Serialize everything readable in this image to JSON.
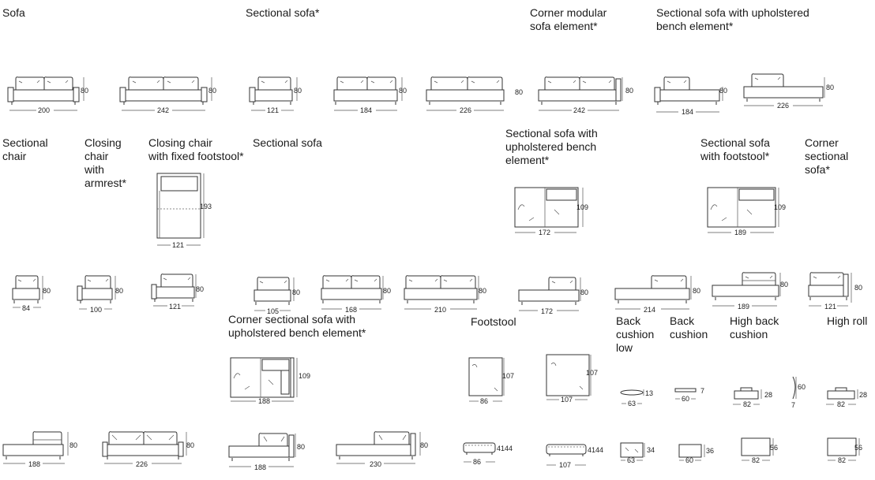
{
  "headings": {
    "sofa": "Sofa",
    "sectional_sofa_top": "Sectional sofa*",
    "corner_modular": "Corner modular\nsofa element*",
    "sectional_bench_top": "Sectional sofa with upholstered\nbench element*",
    "sectional_chair": "Sectional\nchair",
    "closing_chair": "Closing\nchair\nwith\narmrest*",
    "closing_chair_footstool": "Closing chair\nwith fixed footstool*",
    "sectional_sofa_mid": "Sectional sofa",
    "sectional_bench_mid": "Sectional sofa with\nupholstered bench\nelement*",
    "sectional_footstool": "Sectional sofa\nwith footstool*",
    "corner_sectional": "Corner\nsectional\nsofa*",
    "corner_sectional_bench": "Corner sectional sofa with\nupholstered bench element*",
    "footstool": "Footstool",
    "back_cushion_low": "Back\ncushion\nlow",
    "back_cushion": "Back\ncushion",
    "high_back_cushion": "High back\ncushion",
    "high_roll": "High roll"
  },
  "dims": {
    "sofa_200": "200",
    "sofa_242": "242",
    "sofa_h": "80",
    "sec_121": "121",
    "sec_184": "184",
    "sec_226": "226",
    "sec_h": "80",
    "corner_242": "242",
    "corner_h": "80",
    "bench_184": "184",
    "bench_226": "226",
    "bench_h": "80",
    "closing_fs_w": "121",
    "closing_fs_d": "193",
    "bench_plan_w": "172",
    "bench_plan_d": "109",
    "fs_plan_w": "189",
    "fs_plan_d": "109",
    "row3_84": "84",
    "row3_100": "100",
    "row3_121": "121",
    "row3_105": "105",
    "row3_168": "168",
    "row3_210": "210",
    "row3_172": "172",
    "row3_214": "214",
    "row3_189": "189",
    "row3_121b": "121",
    "row3_h": "80",
    "csb_plan_w": "188",
    "csb_plan_d": "109",
    "fst_86": "86",
    "fst_107": "107",
    "fst_d1": "107",
    "fst_d2": "107",
    "bcl_63": "63",
    "bcl_h": "13",
    "bc_60": "60",
    "bc_h": "7",
    "hbc_82": "82",
    "hbc_h": "28",
    "roll_60": "60",
    "roll_7": "7",
    "hr_82": "82",
    "hr_h": "28",
    "r5_188": "188",
    "r5_226": "226",
    "r5_188b": "188",
    "r5_230": "230",
    "r5_h": "80",
    "fst_e_86": "86",
    "fst_e_107": "107",
    "fst_h1": "41",
    "fst_h2": "44",
    "fst_h3": "41",
    "fst_h4": "44",
    "bcl_e_63": "63",
    "bcl_e_h": "34",
    "bc_e_60": "60",
    "bc_e_h": "36",
    "hbc_e_82": "82",
    "hbc_e_h": "56",
    "hr_e_82": "82",
    "hr_e_h": "56"
  }
}
